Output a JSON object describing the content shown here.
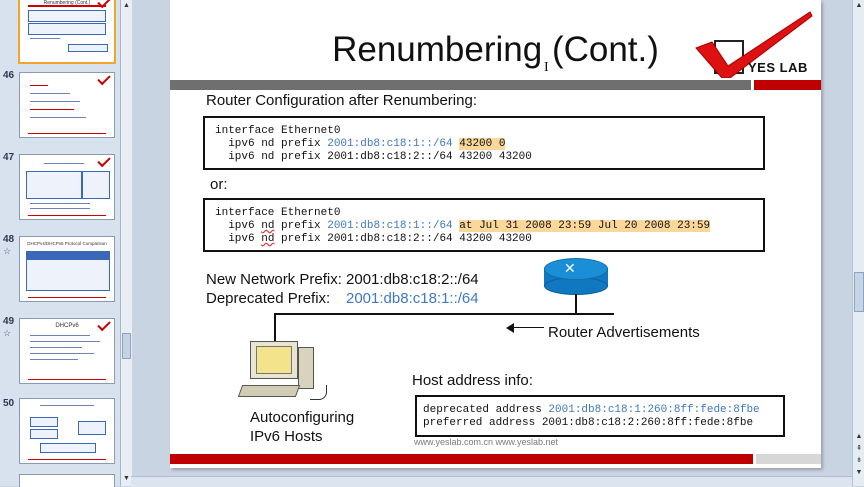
{
  "thumbnails": [
    {
      "number": "",
      "title": "Renumbering (Cont.)",
      "selected": true
    },
    {
      "number": "46",
      "title": "",
      "selected": false
    },
    {
      "number": "47",
      "title": "",
      "selected": false
    },
    {
      "number": "48",
      "title": "DHCPv4/DHCPv6 Protocol Comparison",
      "selected": false
    },
    {
      "number": "49",
      "title": "DHCPv6",
      "selected": false
    },
    {
      "number": "50",
      "title": "",
      "selected": false
    }
  ],
  "slide": {
    "title": "Renumbering (Cont.)",
    "logo_text": "YES LAB",
    "heading": "Router Configuration after Renumbering:",
    "box1": {
      "line1": "interface Ethernet0",
      "line2_pre": "  ipv6 nd prefix ",
      "line2_prefix": "2001:db8:c18:1::/64",
      "line2_gap": " ",
      "line2_hl": "43200 0",
      "line3": "  ipv6 nd prefix 2001:db8:c18:2::/64 43200 43200"
    },
    "or_label": "or:",
    "box2": {
      "line1": "interface Ethernet0",
      "line2_pre": "  ipv6 ",
      "line2_nd": "nd",
      "line2_mid": " prefix ",
      "line2_prefix": "2001:db8:c18:1::/64",
      "line2_gap": " ",
      "line2_hl": "at Jul 31 2008 23:59 Jul 20 2008 23:59",
      "line3_pre": "  ipv6 ",
      "line3_nd": "nd",
      "line3_rest": " prefix 2001:db8:c18:2::/64 43200 43200"
    },
    "new_prefix_label": "New Network Prefix:  2001:db8:c18:2::/64",
    "deprecated_label": "Deprecated Prefix:",
    "deprecated_value": "2001:db8:c18:1::/64",
    "router_advert_label": "Router Advertisements",
    "host_info_label": "Host address info:",
    "host_box": {
      "line1_pre": "deprecated address ",
      "line1_addr": "2001:db8:c18:1:260:8ff:fede:8fbe",
      "line2": "preferred address 2001:db8:c18:2:260:8ff:fede:8fbe"
    },
    "hosts_label_1": "Autoconfiguring",
    "hosts_label_2": "IPv6 Hosts",
    "footer_url": "www.yeslab.com.cn www.yeslab.net"
  },
  "colors": {
    "title_bar_gray": "#6f6f6f",
    "brand_red": "#c00000",
    "prefix_blue": "#3f79c2",
    "highlight": "#fbd89a"
  }
}
